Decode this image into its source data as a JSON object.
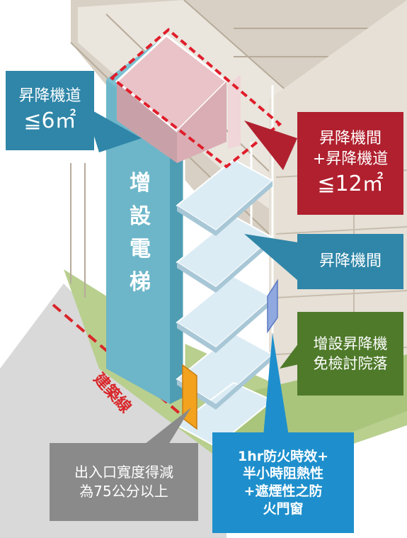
{
  "callouts": {
    "shaft_area": {
      "line1": "昇降機道",
      "line2": "≦6㎡",
      "color": "#2f86a8"
    },
    "machine_room_area": {
      "line1": "昇降機間",
      "line2": "+昇降機道",
      "line3": "≦12㎡",
      "color": "#b0202e"
    },
    "machine_room": {
      "text": "昇降機間",
      "color": "#2f86a8"
    },
    "courtyard_exempt": {
      "line1": "增設昇降機",
      "line2": "免檢討院落",
      "color": "#4f7a2a"
    },
    "entrance_width": {
      "line1": "出入口寬度得減",
      "line2": "為75公分以上",
      "color": "#8a8a8a"
    },
    "fire_door": {
      "line1": "1hr防火時效+",
      "line2": "半小時阻熱性",
      "line3": "+遮煙性之防",
      "line4": "火門窗",
      "color": "#1e8fcc"
    }
  },
  "elevator_label": [
    "增",
    "設",
    "電",
    "梯"
  ],
  "building_line_label": "建築線",
  "colors": {
    "elevator": "#6db6c9",
    "floor_slab": "#dcecf4",
    "ground": "#b8cf8e",
    "building_line": "#d9262a",
    "door": "#f2a21d"
  }
}
